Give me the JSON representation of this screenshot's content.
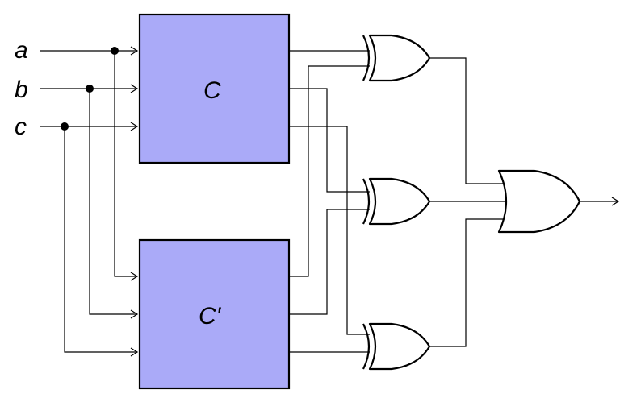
{
  "inputs": [
    {
      "label": "a"
    },
    {
      "label": "b"
    },
    {
      "label": "c"
    }
  ],
  "blocks": {
    "top": {
      "label": "C"
    },
    "bottom": {
      "label": "C′"
    }
  },
  "gates": {
    "xor_count": 3,
    "or_count": 1
  },
  "colors": {
    "block_fill": "#aaaaf8",
    "stroke": "#000000",
    "background": "#ffffff"
  }
}
